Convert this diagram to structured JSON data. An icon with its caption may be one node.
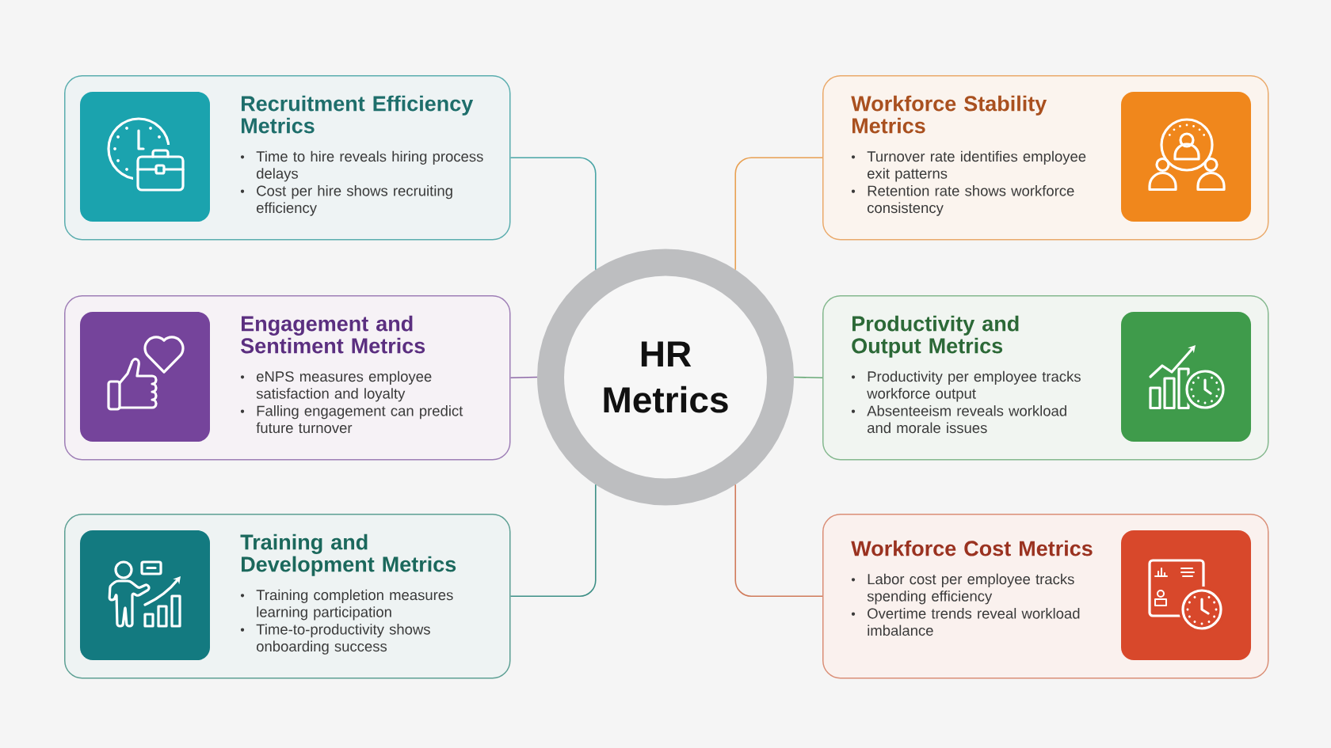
{
  "diagram": {
    "nodes": [
      {
        "text": [
          "Recruitment Efficiency Metrics",
          "Time to hire reveals hiring process delays",
          "Cost per hire shows recruiting efficiency"
        ]
      },
      {
        "text": [
          "Workforce Stability Metrics",
          "Turnover rate identifies employee exit patterns",
          "Retention rate shows workforce consistency"
        ]
      },
      {
        "text": [
          "Engagement and Sentiment Metrics",
          "eNPS measures employee satisfaction and loyalty",
          "Falling engagement can predict future turnover"
        ]
      },
      {
        "text": [
          "HR Metrics"
        ]
      },
      {
        "text": [
          "Productivity and Output Metrics",
          "Productivity per employee tracks workforce output",
          "Absenteeism reveals workload and morale issues"
        ]
      },
      {
        "text": [
          "Training and Development Metrics",
          "Training completion measures learning participation",
          "Time-to-productivity shows onboarding success"
        ]
      },
      {
        "text": [
          "Workforce Cost Metrics",
          "Labor cost per employee tracks spending efficiency",
          "Overtime trends reveal workload imbalance"
        ]
      }
    ],
    "edges": [
      {
        "from": 3,
        "to": 0,
        "arrow": "none",
        "color": "#4aa5a6"
      },
      {
        "from": 3,
        "to": 1,
        "arrow": "none",
        "color": "#e8a052"
      },
      {
        "from": 3,
        "to": 2,
        "arrow": "none",
        "color": "#8e6aa8"
      },
      {
        "from": 3,
        "to": 4,
        "arrow": "none",
        "color": "#6aaa78"
      },
      {
        "from": 3,
        "to": 5,
        "arrow": "none",
        "color": "#3d8f86"
      },
      {
        "from": 3,
        "to": 6,
        "arrow": "none",
        "color": "#d07a5a"
      }
    ]
  }
}
